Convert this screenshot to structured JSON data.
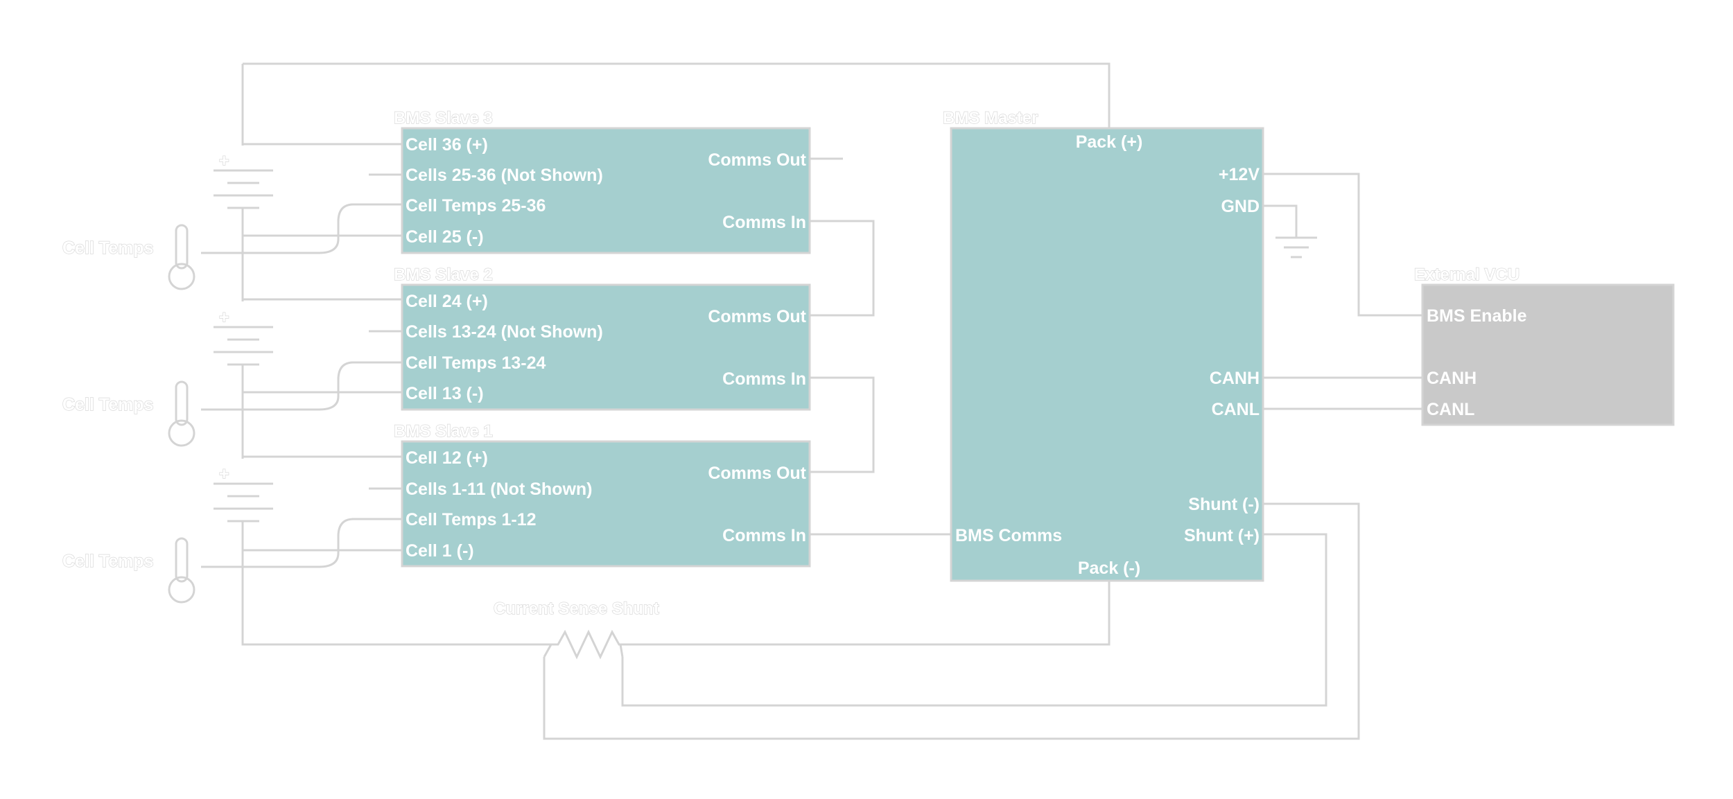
{
  "colors": {
    "module_fill": "#a5cfcf",
    "vcu_fill": "#c9c9c9",
    "wire": "#d4d4d4",
    "label_text": "#ffffff"
  },
  "slave3": {
    "title": "BMS Slave 3",
    "pins": [
      "Cell 36 (+)",
      "Cells 25-36 (Not Shown)",
      "Cell Temps 25-36",
      "Cell 25 (-)"
    ],
    "comms_out": "Comms Out",
    "comms_in": "Comms In"
  },
  "slave2": {
    "title": "BMS Slave 2",
    "pins": [
      "Cell 24 (+)",
      "Cells 13-24 (Not Shown)",
      "Cell Temps 13-24",
      "Cell 13 (-)"
    ],
    "comms_out": "Comms Out",
    "comms_in": "Comms In"
  },
  "slave1": {
    "title": "BMS Slave 1",
    "pins": [
      "Cell 12 (+)",
      "Cells 1-11 (Not Shown)",
      "Cell Temps 1-12",
      "Cell 1 (-)"
    ],
    "comms_out": "Comms Out",
    "comms_in": "Comms In"
  },
  "master": {
    "title": "BMS Master",
    "pack_pos": "Pack (+)",
    "v12": "+12V",
    "gnd": "GND",
    "canh": "CANH",
    "canl": "CANL",
    "shunt_neg": "Shunt (-)",
    "shunt_pos": "Shunt (+)",
    "bms_comms": "BMS Comms",
    "pack_neg": "Pack (-)"
  },
  "vcu": {
    "title": "External VCU",
    "bms_enable": "BMS Enable",
    "canh": "CANH",
    "canl": "CANL"
  },
  "thermistors": [
    "Cell Temps",
    "Cell Temps",
    "Cell Temps"
  ],
  "shunt": {
    "label": "Current Sense Shunt"
  },
  "icons": {
    "battery": "battery-cell-icon",
    "thermometer": "thermometer-icon",
    "ground": "ground-icon",
    "resistor": "resistor-icon"
  }
}
